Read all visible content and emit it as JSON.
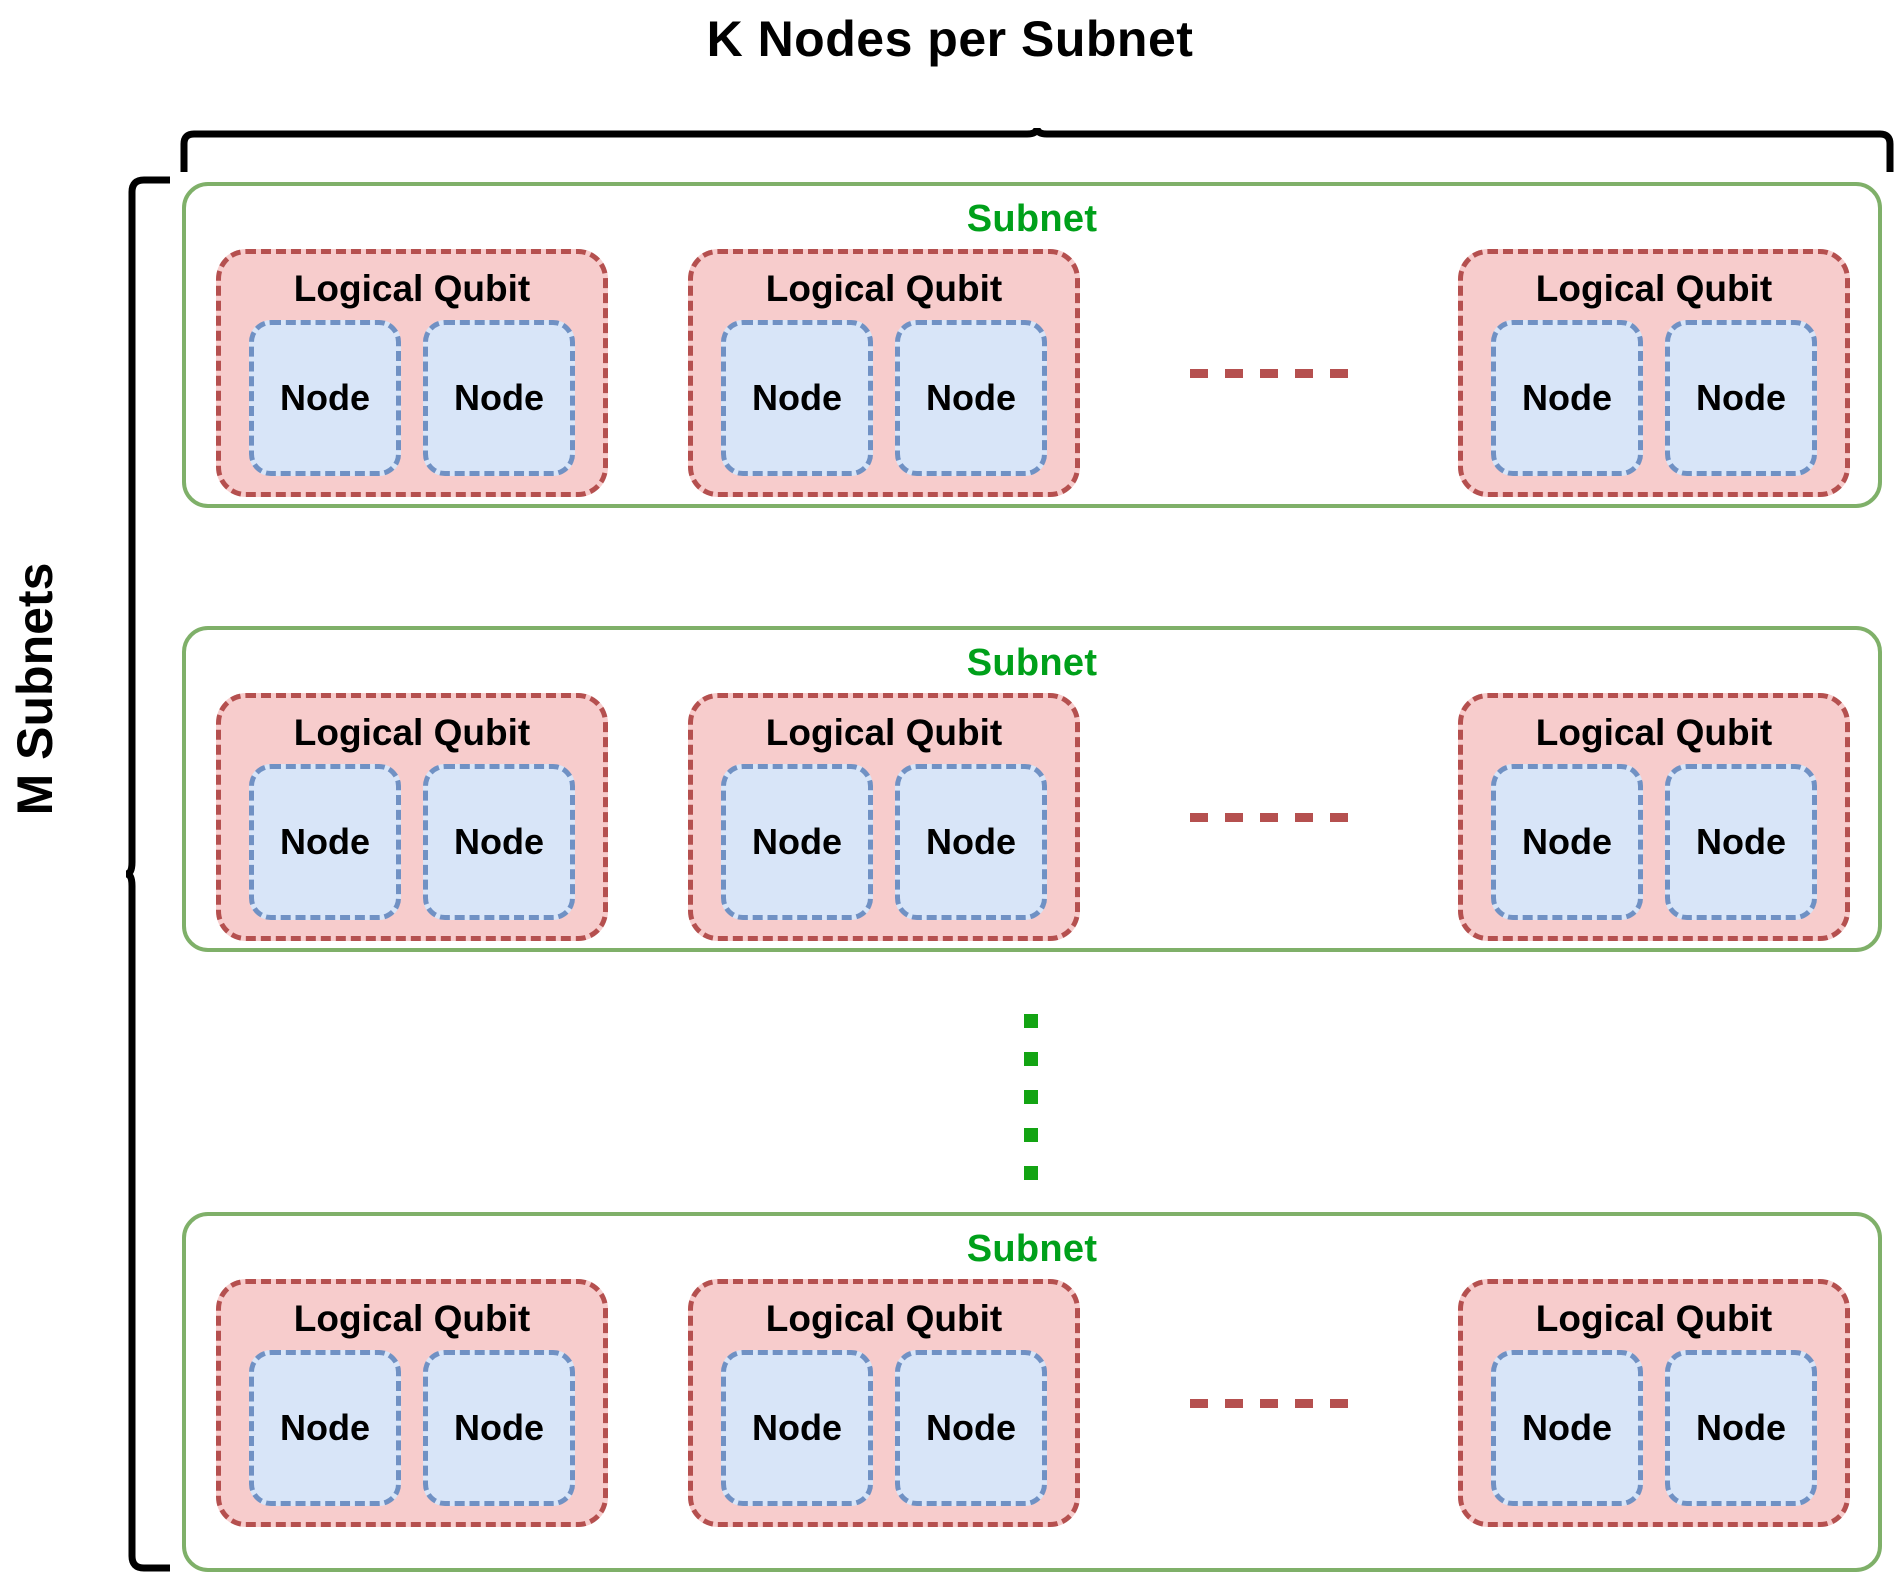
{
  "figure": {
    "top_label": "K Nodes per Subnet",
    "left_label": "M Subnets",
    "colors": {
      "subnet_border": "#7FB069",
      "subnet_title": "#00A01A",
      "qubit_fill": "#F7CCCC",
      "qubit_border": "#B5504F",
      "node_fill": "#D8E5F8",
      "node_border": "#7091C4",
      "brace": "#000000",
      "vertical_ellipsis": "#13A413",
      "horizontal_ellipsis": "#B5504F",
      "background": "#FFFFFF"
    },
    "labels": {
      "subnet": "Subnet",
      "logical_qubit": "Logical Qubit",
      "node": "Node"
    },
    "subnets": [
      {
        "title": "Subnet",
        "qubits": [
          {
            "title": "Logical Qubit",
            "nodes": [
              "Node",
              "Node"
            ]
          },
          {
            "title": "Logical Qubit",
            "nodes": [
              "Node",
              "Node"
            ]
          },
          {
            "title": "Logical Qubit",
            "nodes": [
              "Node",
              "Node"
            ]
          }
        ]
      },
      {
        "title": "Subnet",
        "qubits": [
          {
            "title": "Logical Qubit",
            "nodes": [
              "Node",
              "Node"
            ]
          },
          {
            "title": "Logical Qubit",
            "nodes": [
              "Node",
              "Node"
            ]
          },
          {
            "title": "Logical Qubit",
            "nodes": [
              "Node",
              "Node"
            ]
          }
        ]
      },
      {
        "title": "Subnet",
        "qubits": [
          {
            "title": "Logical Qubit",
            "nodes": [
              "Node",
              "Node"
            ]
          },
          {
            "title": "Logical Qubit",
            "nodes": [
              "Node",
              "Node"
            ]
          },
          {
            "title": "Logical Qubit",
            "nodes": [
              "Node",
              "Node"
            ]
          }
        ]
      }
    ]
  }
}
